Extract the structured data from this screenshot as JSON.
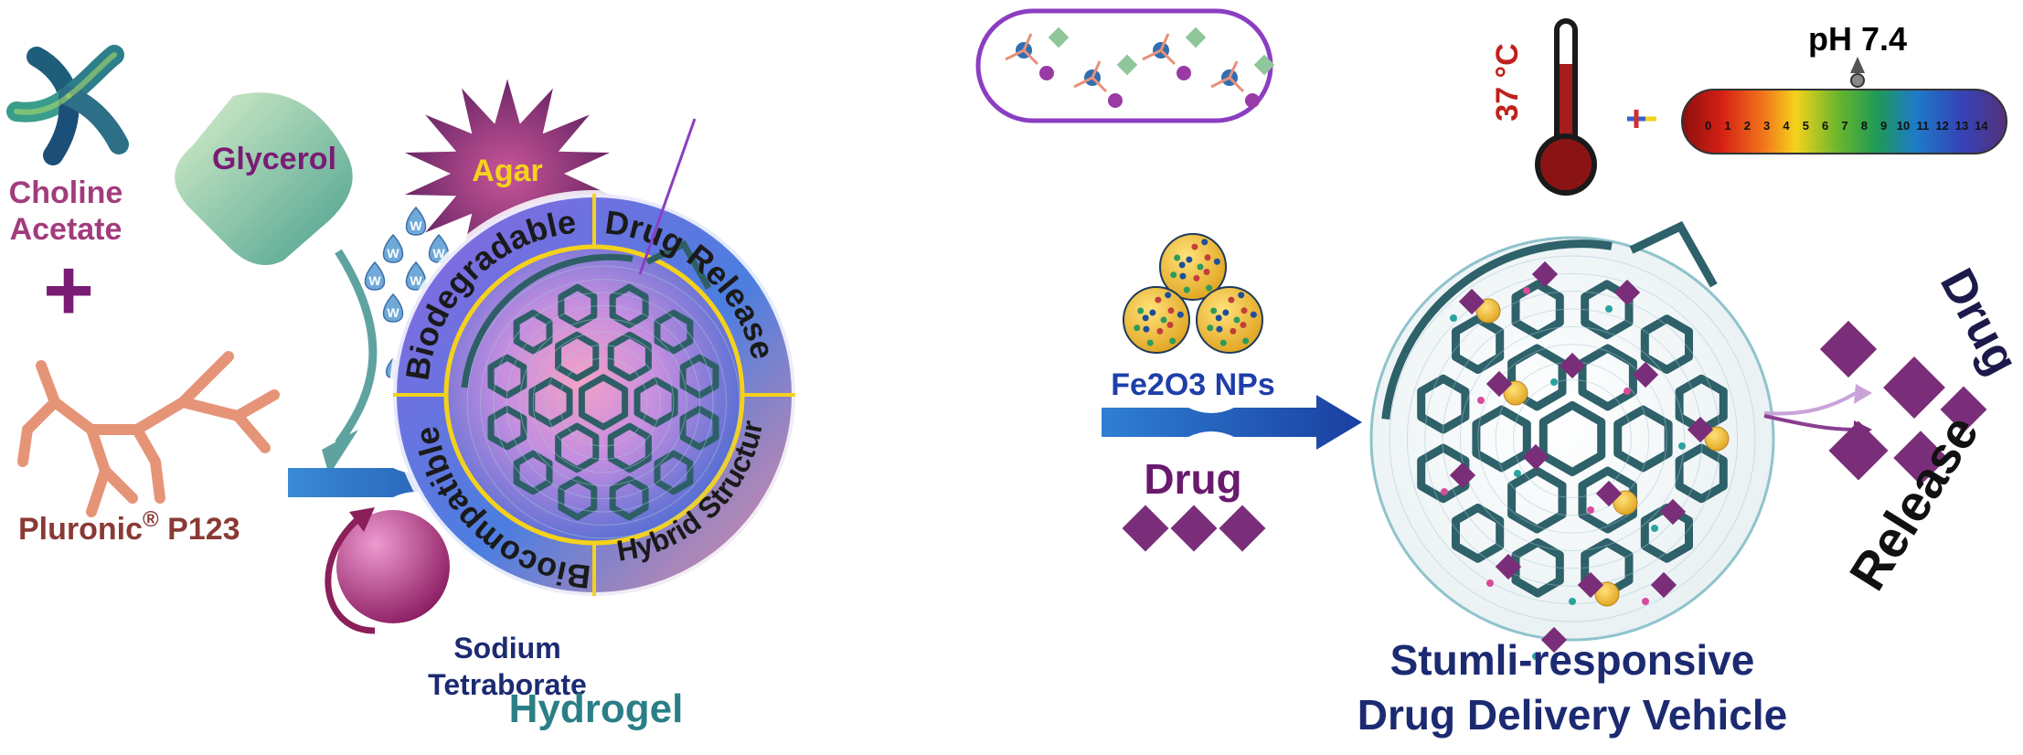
{
  "labels": {
    "choline_acetate": [
      "Choline",
      "Acetate"
    ],
    "plus": "+",
    "pluronic_name": "Pluronic",
    "pluronic_reg": "®",
    "pluronic_p123": " P123",
    "glycerol": "Glycerol",
    "agar": "Agar",
    "water_drop": "W",
    "sodium_tetraborate": [
      "Sodium",
      "Tetraborate"
    ],
    "hydrogel": "Hydrogel",
    "properties": [
      "Biodegradable",
      "Drug Release",
      "Hybrid Structure",
      "Biocompatible"
    ],
    "fe2o3_nps": "Fe2O3 NPs",
    "drug": "Drug",
    "temperature": "37 °C",
    "ph": "pH 7.4",
    "ph_scale": [
      "0",
      "1",
      "2",
      "3",
      "4",
      "5",
      "6",
      "7",
      "8",
      "9",
      "10",
      "11",
      "12",
      "13",
      "14"
    ],
    "vehicle_title": [
      "Stumli-responsive",
      "Drug Delivery Vehicle"
    ],
    "drug_release": [
      "Drug",
      "Release"
    ]
  },
  "colors": {
    "purple": "#7a1c74",
    "navy": "#1c2a72",
    "teal_frame": "#2e6169",
    "brown": "#8a3a35",
    "pink_dark": "#b5466f",
    "yellow_ring": "#f4d21c",
    "blue_arrow": "#1f5fbf"
  }
}
